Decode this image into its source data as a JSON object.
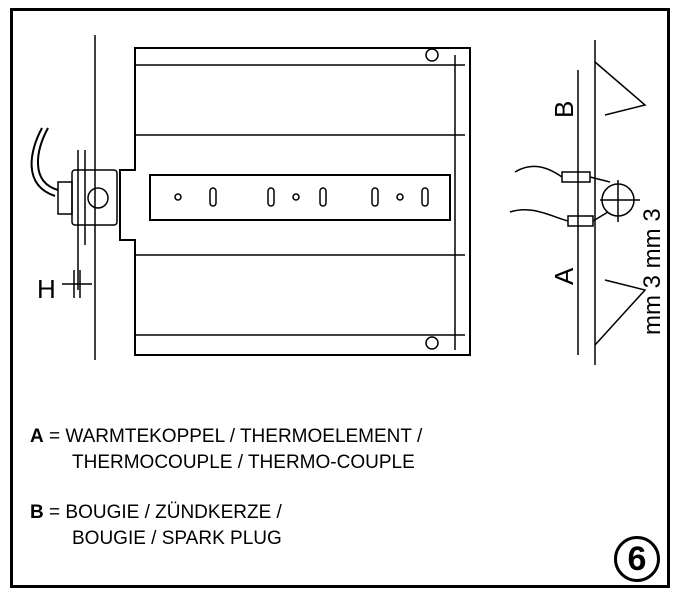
{
  "labels": {
    "h": "H",
    "b": "B",
    "a": "A",
    "dimension": "mm 3 mm 3"
  },
  "legend": {
    "a_key": "A",
    "a_eq": " = ",
    "a_line1": "WARMTEKOPPEL / THERMOELEMENT /",
    "a_line2": "THERMOCOUPLE / THERMO-COUPLE",
    "b_key": "B",
    "b_eq": " = ",
    "b_line1": "BOUGIE / ZÜNDKERZE /",
    "b_line2": "BOUGIE / SPARK PLUG"
  },
  "figure_number": "6"
}
